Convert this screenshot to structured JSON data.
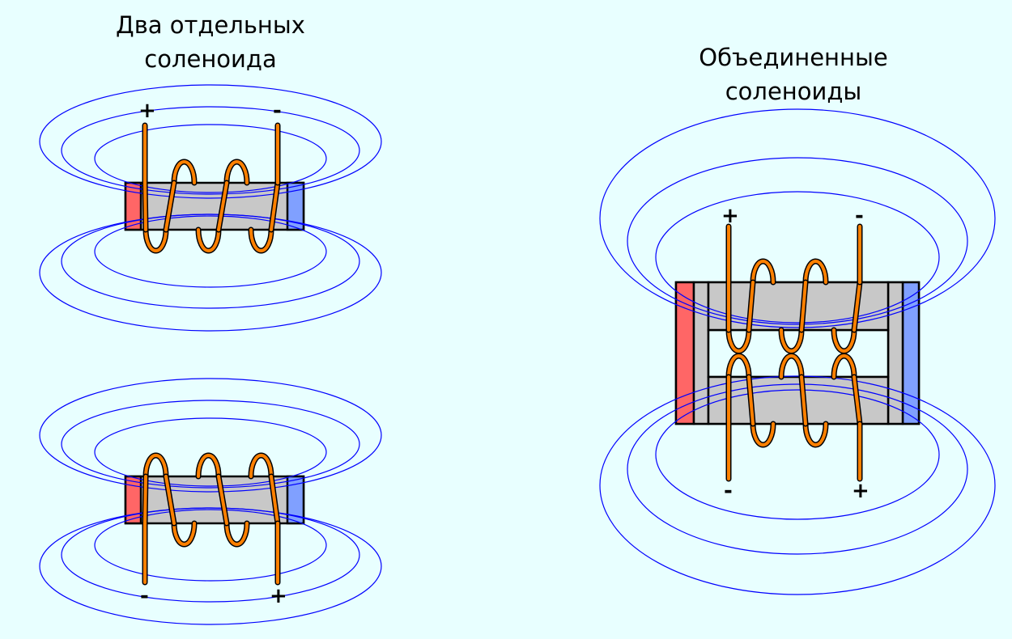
{
  "titles": {
    "left_line1": "Два отдельных",
    "left_line2": "соленоида",
    "right_line1": "Объединенные",
    "right_line2": "соленоиды"
  },
  "labels": {
    "plus": "+",
    "minus": "-"
  },
  "colors": {
    "background": "#e8ffff",
    "core": "#c8c8c8",
    "north_pole": "#ff6666",
    "south_pole": "#80a0ff",
    "coil": "#ff8000",
    "field_line": "#0000ff"
  }
}
